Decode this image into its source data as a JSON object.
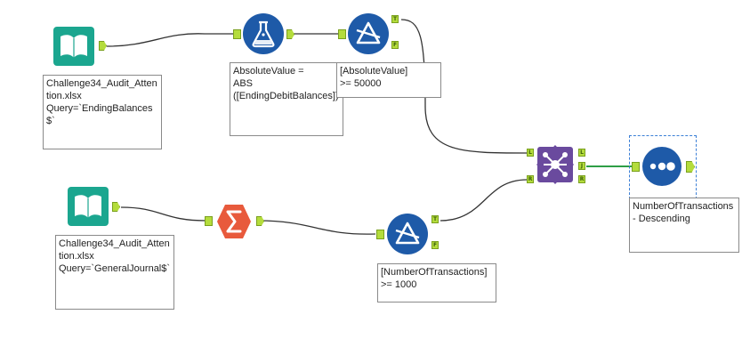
{
  "tools": {
    "input1": {
      "annotation": "Challenge34_Audit_Attention.xlsx\nQuery=`EndingBalances$`"
    },
    "formula": {
      "annotation": "AbsoluteValue =\nABS\n([EndingDebitBalances])"
    },
    "filter1": {
      "annotation": "[AbsoluteValue]\n>= 50000",
      "true_label": "T",
      "false_label": "F"
    },
    "input2": {
      "annotation": "Challenge34_Audit_Attention.xlsx\nQuery=`GeneralJournal$`"
    },
    "summarize": {
      "annotation": ""
    },
    "filter2": {
      "annotation": "[NumberOfTransactions] >= 1000",
      "true_label": "T",
      "false_label": "F"
    },
    "join": {
      "left_label": "L",
      "right_label": "R",
      "left_out_label": "L",
      "join_out_label": "J",
      "right_out_label": "R"
    },
    "sort": {
      "annotation": "NumberOfTransactions - Descending"
    }
  },
  "colors": {
    "input_teal": "#1ba68f",
    "formula_blue": "#1e5aa8",
    "filter_blue": "#1e5aa8",
    "summarize_red": "#e85a3c",
    "join_purple": "#6a4a9e",
    "sort_blue": "#1e5aa8",
    "anchor_green": "#b4dc3c",
    "wire_gray": "#333333",
    "wire_selected": "#2e9e46"
  },
  "icons": {
    "input1": "book-icon",
    "input2": "book-icon",
    "formula": "flask-icon",
    "filter1": "filter-triangle-icon",
    "filter2": "filter-triangle-icon",
    "summarize": "sigma-icon",
    "join": "join-network-icon",
    "sort": "sort-dots-icon"
  }
}
